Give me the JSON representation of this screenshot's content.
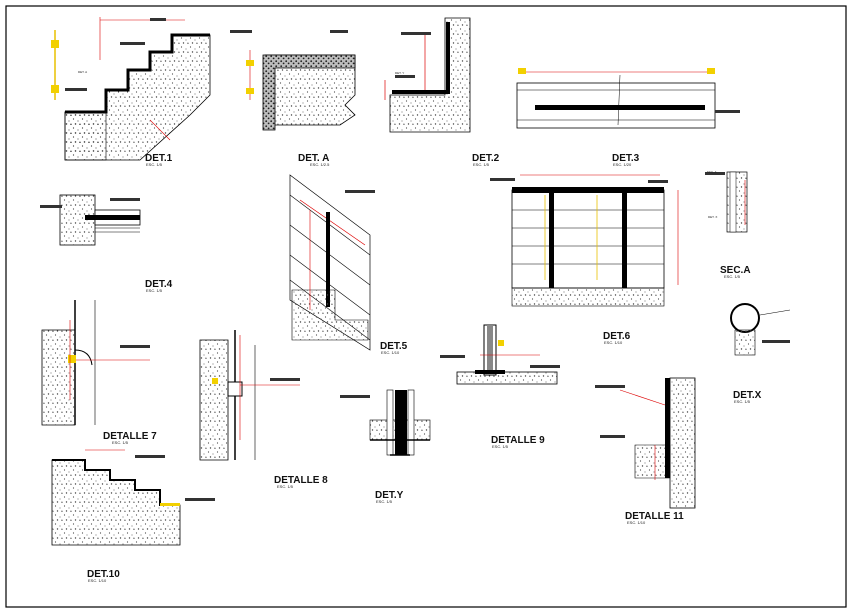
{
  "details": [
    {
      "title": "DET.1",
      "scale": "ESC. 1/5"
    },
    {
      "title": "DET. A",
      "scale": "ESC. 1/2.5"
    },
    {
      "title": "DET.2",
      "scale": "ESC. 1/5"
    },
    {
      "title": "DET.3",
      "scale": "ESC. 1/20"
    },
    {
      "title": "DET.4",
      "scale": "ESC. 1/5"
    },
    {
      "title": "DET.5",
      "scale": "ESC. 1/10"
    },
    {
      "title": "DET.6",
      "scale": "ESC. 1/10"
    },
    {
      "title": "SEC.A",
      "scale": "ESC. 1/5"
    },
    {
      "title": "DETALLE 7",
      "scale": "ESC. 1/5"
    },
    {
      "title": "DETALLE 8",
      "scale": "ESC. 1/5"
    },
    {
      "title": "DET.Y",
      "scale": "ESC. 1/5"
    },
    {
      "title": "DETALLE 9",
      "scale": "ESC. 1/5"
    },
    {
      "title": "DET.X",
      "scale": "ESC. 1/5"
    },
    {
      "title": "DETALLE 11",
      "scale": "ESC. 1/10"
    },
    {
      "title": "DET.10",
      "scale": "ESC. 1/10"
    }
  ],
  "callouts": {
    "det_a_ref": "DET. A",
    "det_y_ref": "DET. Y",
    "det_x_ref": "DET. X",
    "sec_a_ref": "SEC. A"
  }
}
